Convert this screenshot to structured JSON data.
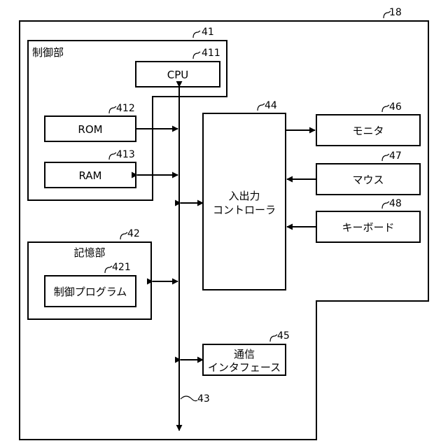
{
  "device": {
    "ref": "18"
  },
  "control_unit": {
    "title": "制御部",
    "ref": "41"
  },
  "cpu": {
    "label": "CPU",
    "ref": "411"
  },
  "rom": {
    "label": "ROM",
    "ref": "412"
  },
  "ram": {
    "label": "RAM",
    "ref": "413"
  },
  "storage": {
    "title": "記憶部",
    "ref": "42"
  },
  "control_program": {
    "label": "制御プログラム",
    "ref": "421"
  },
  "bus": {
    "ref": "43"
  },
  "io_controller": {
    "line1": "入出力",
    "line2": "コントローラ",
    "ref": "44"
  },
  "comm_interface": {
    "line1": "通信",
    "line2": "インタフェース",
    "ref": "45"
  },
  "monitor": {
    "label": "モニタ",
    "ref": "46"
  },
  "mouse": {
    "label": "マウス",
    "ref": "47"
  },
  "keyboard": {
    "label": "キーボード",
    "ref": "48"
  }
}
